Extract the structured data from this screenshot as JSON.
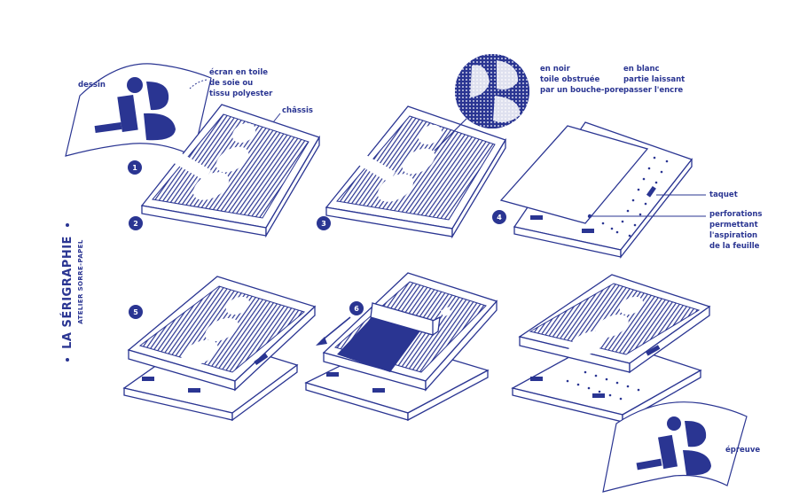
{
  "title": "LA SÉRIGRAPHIE",
  "subtitle": "ATELIER SORRE-PAPEL",
  "colors": {
    "ink": "#2a3592",
    "paper": "#ffffff"
  },
  "steps": [
    "1",
    "2",
    "3",
    "4",
    "5",
    "6"
  ],
  "labels": {
    "dessin": "dessin",
    "ecran": [
      "écran en toile",
      "de soie ou",
      "tissu polyester"
    ],
    "chassis": "châssis",
    "en_noir": [
      "en noir",
      "toile obstruée",
      "par un bouche-pore"
    ],
    "en_blanc": [
      "en blanc",
      "partie laissant",
      "passer l'encre"
    ],
    "taquet": "taquet",
    "perforations": [
      "perforations",
      "permettant",
      "l'aspiration",
      "de la feuille"
    ],
    "epreuve": "épreuve"
  }
}
